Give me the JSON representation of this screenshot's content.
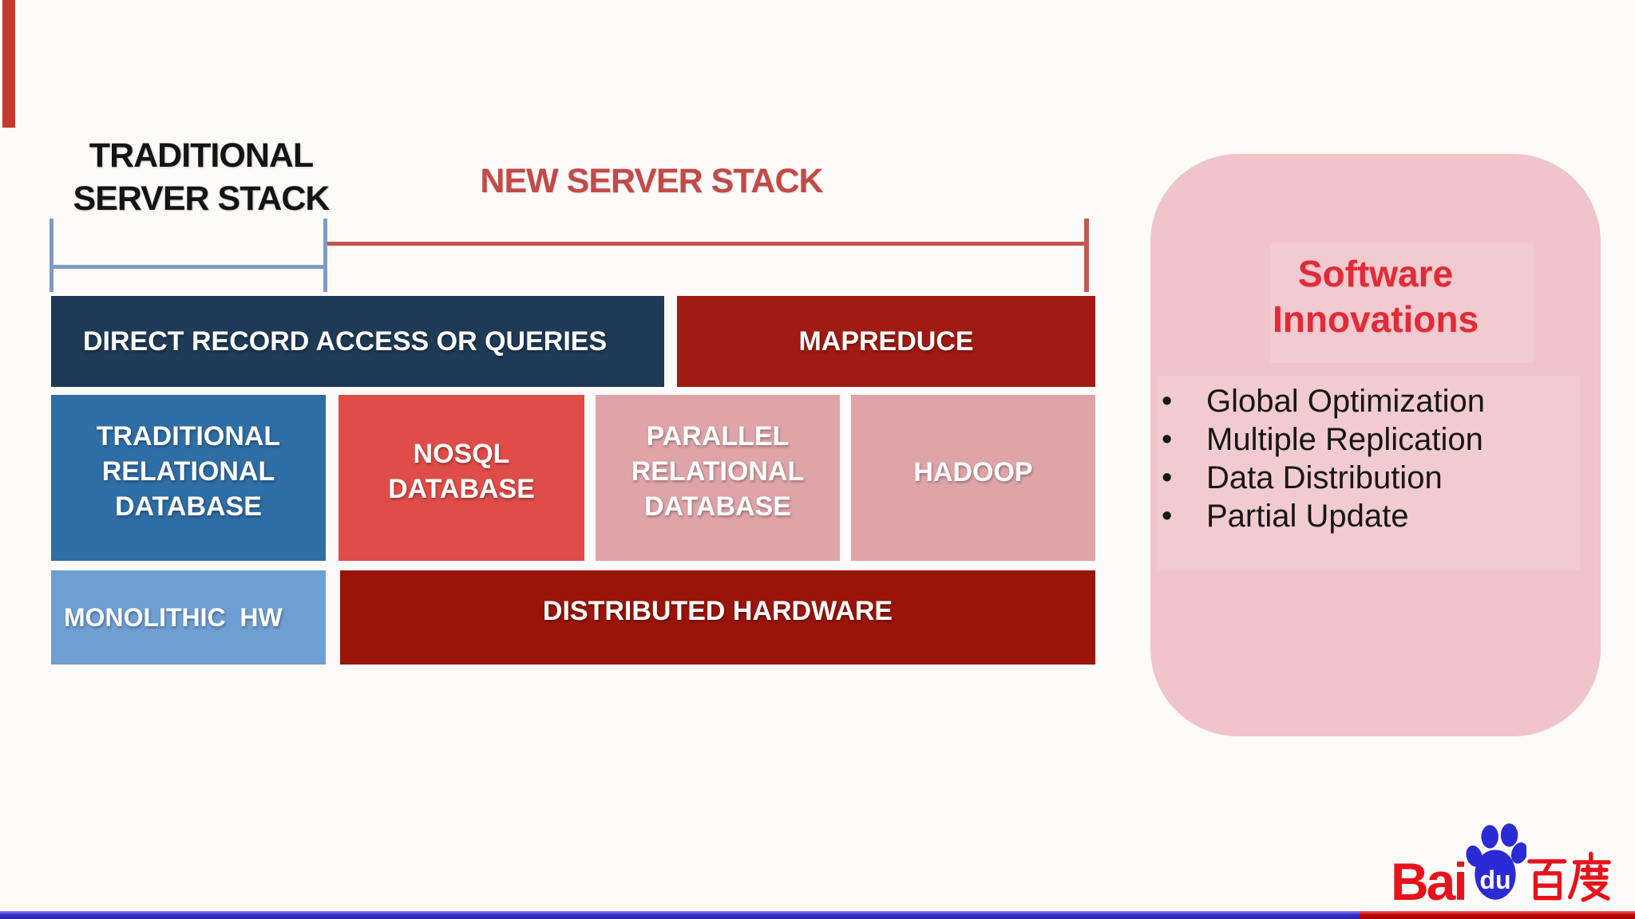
{
  "titles": {
    "traditional": [
      "TRADITIONAL",
      "SERVER STACK"
    ],
    "new": "NEW SERVER STACK"
  },
  "stack": {
    "direct_record": "DIRECT RECORD ACCESS OR QUERIES",
    "mapreduce": "MAPREDUCE",
    "traditional_relational": "TRADITIONAL RELATIONAL DATABASE",
    "nosql": "NOSQL DATABASE",
    "parallel_relational": "PARALLEL RELATIONAL DATABASE",
    "hadoop": "HADOOP",
    "monolithic": "MONOLITHIC  HW",
    "distributed": "DISTRIBUTED HARDWARE"
  },
  "innovations": {
    "title": [
      "Software",
      "Innovations"
    ],
    "items": [
      "Global Optimization",
      "Multiple Replication",
      "Data Distribution",
      "Partial Update"
    ]
  },
  "logo": {
    "bai": "Bai",
    "du": "du",
    "hanzi": "百度"
  },
  "colors": {
    "accent_bar": "#c53a2d",
    "traditional_title": "#141414",
    "new_title": "#c24a48",
    "bracket_blue": "#7b9cc6",
    "bracket_red": "#c0564f",
    "direct_record_box": "#1e3a56",
    "mapreduce_box": "#a01b12",
    "traditional_relational_box": "#2f6da5",
    "nosql_box": "#e04c47",
    "pink_box": "#dfa4a8",
    "monolithic_box": "#6e9ed2",
    "distributed_box": "#99150a",
    "panel_background": "#f0c4c9",
    "panel_title": "#e12b37",
    "baidu_red": "#e8121a",
    "baidu_blue": "#2b2bd5",
    "bottom_rule_blue": "#3a30ce",
    "bottom_rule_red": "#c40505"
  }
}
